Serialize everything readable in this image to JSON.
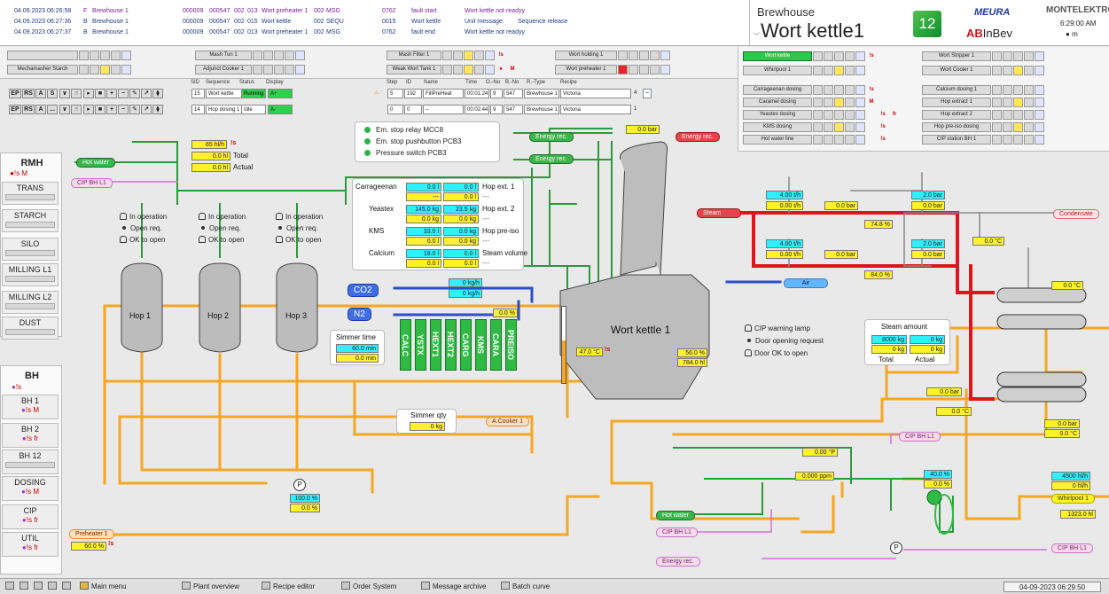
{
  "alarms": [
    {
      "date": "04.09.2023 06:26:58",
      "type": "F",
      "area": "Brewhouse 1",
      "batch": "000009",
      "order": "000547",
      "n1": "002",
      "n2": "013",
      "unit": "Wort preheater 1",
      "code": "002",
      "kind": "MSG",
      "num": "0762",
      "event": "fault start",
      "msg": "Wort kettle not readyy",
      "extra": ""
    },
    {
      "date": "04.09.2023 06:27:36",
      "type": "B",
      "area": "Brewhouse 1",
      "batch": "000009",
      "order": "000547",
      "n1": "002",
      "n2": "015",
      "unit": "Wort kettle",
      "code": "002",
      "kind": "SEQU",
      "num": "0015",
      "event": "Wort kettle",
      "msg": "Unit message:",
      "extra": "Sequence release"
    },
    {
      "date": "04.09.2023 06:27:37",
      "type": "B",
      "area": "Brewhouse 1",
      "batch": "000009",
      "order": "000547",
      "n1": "002",
      "n2": "013",
      "unit": "Wort preheater 1",
      "code": "002",
      "kind": "MSG",
      "num": "0762",
      "event": "fault end",
      "msg": "Wort kettle not readyy",
      "extra": ""
    }
  ],
  "header": {
    "area": "Brewhouse",
    "unit": "Wort kettle1",
    "badge": "12",
    "logo_meura": "MEURA",
    "logo_ab": "AB",
    "logo_inbev": "InBev",
    "logo_montelektro": "MONTELEKTRO",
    "time": "6:29:00 AM",
    "user": "m"
  },
  "modules": {
    "left_row1": [
      "",
      "Mash Tun 1",
      "Mash Filter 1",
      "Wort holding 1"
    ],
    "left_row2": [
      "Mechamasher Starch",
      "Adjunct Cooker 1",
      "Weak Wort Tank 1",
      "Wort preheater 1"
    ],
    "right_col1": [
      "Wort kettle",
      "Whirlpool 1",
      "Carrageenan dosing",
      "Caramel dosing",
      "Yeastex dosing",
      "KMS dosing",
      "Hot water line"
    ],
    "right_col2": [
      "Wort Stripper 1",
      "Wort Cooler 1",
      "Calcium dosing 1",
      "Hop extract 1",
      "Hop extract 2",
      "Hop pre-iso dosing",
      "CIP station BH 1"
    ],
    "fs": "!s",
    "m": "M"
  },
  "seq": {
    "headers": [
      "SID",
      "Sequence",
      "Status",
      "Display",
      "Step",
      "ID",
      "Name",
      "Time",
      "O.-No",
      "B.-No",
      "R.-Type",
      "Recipe"
    ],
    "rows": [
      {
        "buttons": [
          "EP",
          "RS",
          "A",
          "S"
        ],
        "sid": "15",
        "sequence": "Wort kettle",
        "status": "Running",
        "display": "A+",
        "step": "5",
        "id": "192",
        "name": "FillPreHeat",
        "time": "00:01:24",
        "o": "9",
        "b": "547",
        "rtype": "Brewhouse 1",
        "recipe": "Victoria",
        "count": "4"
      },
      {
        "buttons": [
          "EP",
          "RS",
          "A",
          "..."
        ],
        "sid": "14",
        "sequence": "Hop dosing 1",
        "status": "Idle",
        "display": "A-",
        "step": "0",
        "id": "0",
        "name": "--",
        "time": "00:02:44",
        "o": "9",
        "b": "547",
        "rtype": "Brewhouse 1",
        "recipe": "Victoria",
        "count": "1"
      }
    ]
  },
  "nav": {
    "rmh": "RMH",
    "rmh_items": [
      "TRANS",
      "STARCH",
      "SILO",
      "MILLING L1",
      "MILLING L2",
      "DUST"
    ],
    "bh": "BH",
    "bh_items": [
      "BH 1",
      "BH 2",
      "BH 12",
      "DOSING",
      "CIP",
      "UTIL"
    ],
    "fs": "!s",
    "fr": "fr",
    "m": "M"
  },
  "process": {
    "hot_water": "Hot water",
    "cip_bh_l1": "CIP BH L1",
    "flow_rate": "65 hl/h",
    "total_val": "0.0 hl",
    "total_lbl": "Total",
    "actual_val": "0.0 hl",
    "actual_lbl": "Actual",
    "in_operation": "In operation",
    "open_req": "Open req.",
    "ok_to_open": "OK to open",
    "hops": [
      "Hop 1",
      "Hop 2",
      "Hop 3"
    ],
    "estops": [
      "Em. stop relay MCC8",
      "Em. stop pushbutton PCB3",
      "Pressure switch PCB3"
    ],
    "energy_rec": "Energy rec.",
    "energy_rec_red": "Energy rec.",
    "pressure_top": "0.0 bar",
    "dosing": [
      {
        "label": "Carrageenan",
        "v1": "0.0 l",
        "v2": "---",
        "v3": "0.0 l",
        "v4": "0.0 l",
        "r": "Hop ext. 1",
        "r2": "---"
      },
      {
        "label": "Yeastex",
        "v1": "145.0 kg",
        "v2": "0.0 kg",
        "v3": "23.5 kg",
        "v4": "0.0 kg",
        "r": "Hop ext. 2",
        "r2": "---"
      },
      {
        "label": "KMS",
        "v1": "33.0 l",
        "v2": "0.0 l",
        "v3": "0.0 kg",
        "v4": "0.0 kg",
        "r": "Hop pre-iso",
        "r2": "---"
      },
      {
        "label": "Calcium",
        "v1": "18.0 l",
        "v2": "0.0 l",
        "v3": "0.0 l",
        "v4": "0.0 l",
        "r": "Steam volume",
        "r2": "---"
      }
    ],
    "co2": "CO2",
    "n2": "N2",
    "co2_flow": "0 kg/h",
    "n2_flow": "0 kg/h",
    "valve_pct": "0.0 %",
    "air": "Air",
    "simmer_time_lbl": "Simmer time",
    "simmer_time_1": "60.0 min",
    "simmer_time_2": "0.0 min",
    "simmer_qty_lbl": "Simmer qty",
    "simmer_qty": "0 kg",
    "dos_tanks": [
      "CALC",
      "YSTX",
      "HEXT1",
      "HEXT2",
      "CARG",
      "KMS",
      "CARA",
      "PREISO"
    ],
    "kettle": "Wort kettle 1",
    "kettle_temp": "47.0 °C",
    "kettle_level": "56.0 %",
    "kettle_vol": "784.0 hl",
    "steam": "Steam",
    "condensate": "Condensate",
    "steam1_flow": "4.00 t/h",
    "steam1_act": "0.00 t/h",
    "steam1_bar": "0.0 bar",
    "steam1_p1": "2.0 bar",
    "steam1_p2": "0.0 bar",
    "steam1_pct": "74.8 %",
    "steam2_flow": "4.00 t/h",
    "steam2_act": "0.00 t/h",
    "steam2_bar": "0.0 bar",
    "steam2_p1": "2.0 bar",
    "steam2_p2": "0.0 bar",
    "steam2_pct": "84.0 %",
    "cond_temp": "0.0 °C",
    "hx_temp": "0.0 °C",
    "cip_warning": "CIP warning lamp",
    "door_req": "Door opening request",
    "door_ok": "Door OK to open",
    "steam_amount": "Steam amount",
    "steam_total_set": "8000 kg",
    "steam_total": "0 kg",
    "steam_actual_set": "0 kg",
    "steam_actual": "0 kg",
    "steam_total_lbl": "Total",
    "steam_actual_lbl": "Actual",
    "hx_bar": "0.0 bar",
    "hx_c": "0.0 °C",
    "right_bar": "0.0 bar",
    "right_c": "0.0 °C",
    "a_cooker": "A.Cooker 1",
    "plato": "0.00 °P",
    "ppm": "0.000 ppm",
    "cip_bh_l1_mid": "CIP BH L1",
    "pump_pct1": "100.0 %",
    "pump_pct2": "0.0 %",
    "wp_pct1": "40.0 %",
    "wp_pct2": "0.0 %",
    "wp_flow": "4500 hl/h",
    "wp_act": "0 hl/h",
    "whirlpool": "Whirlpool 1",
    "wp_vol": "1323.0 hl",
    "hot_water_low": "Hot water",
    "cip_bh_l1_low": "CIP BH L1",
    "energy_rec_low": "Energy rec.",
    "cip_bh_l1_right": "CIP BH L1",
    "preheater": "Preheater 1",
    "preheater_pct": "60.0 %",
    "p_symbol": "P"
  },
  "bottom": {
    "items": [
      "Main menu",
      "Plant overview",
      "Recipe editor",
      "Order System",
      "Message archive",
      "Batch curve"
    ],
    "datetime": "04-09-2023 06:29:50"
  },
  "colors": {
    "pipe_orange": "#f5a623",
    "pipe_green": "#2a9a3a",
    "pipe_red": "#e0141c",
    "pipe_blue": "#2a4fc9",
    "pipe_pink": "#d66fd6",
    "value_yellow": "#fff22a",
    "value_cyan": "#2ff0ff"
  }
}
